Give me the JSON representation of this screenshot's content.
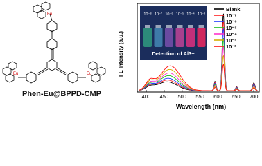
{
  "structure": {
    "label": "Phen-Eu@BPPD-CMP",
    "metal_label": "Eu"
  },
  "chart_data": {
    "type": "line",
    "xlabel": "Wavelength (nm)",
    "ylabel": "FL Intensity (a.u.)",
    "xlim": [
      375,
      715
    ],
    "xticks": [
      400,
      450,
      500,
      550,
      600,
      650,
      700
    ],
    "ylim": [
      0,
      1
    ],
    "annotation": "Detection of Al3+",
    "inset_labels": [
      "10⁻⁸",
      "10⁻⁷",
      "10⁻⁶",
      "10⁻⁵",
      "10⁻⁴",
      "10⁻³"
    ],
    "legend_position": "top-right",
    "series": [
      {
        "name": "Blank",
        "color": "#000000",
        "blue_peak": 0.1,
        "eu_peak": 0.88
      },
      {
        "name": "10⁻⁷",
        "color": "#ff2020",
        "blue_peak": 0.12,
        "eu_peak": 0.8
      },
      {
        "name": "10⁻⁶",
        "color": "#1e3cff",
        "blue_peak": 0.14,
        "eu_peak": 0.71
      },
      {
        "name": "10⁻⁵",
        "color": "#18c018",
        "blue_peak": 0.17,
        "eu_peak": 0.6
      },
      {
        "name": "10⁻⁴",
        "color": "#ff33cc",
        "blue_peak": 0.2,
        "eu_peak": 0.5
      },
      {
        "name": "10⁻³",
        "color": "#d4b000",
        "blue_peak": 0.24,
        "eu_peak": 0.4
      },
      {
        "name": "10⁻²",
        "color": "#ff1010",
        "blue_peak": 0.28,
        "eu_peak": 0.3
      }
    ]
  }
}
